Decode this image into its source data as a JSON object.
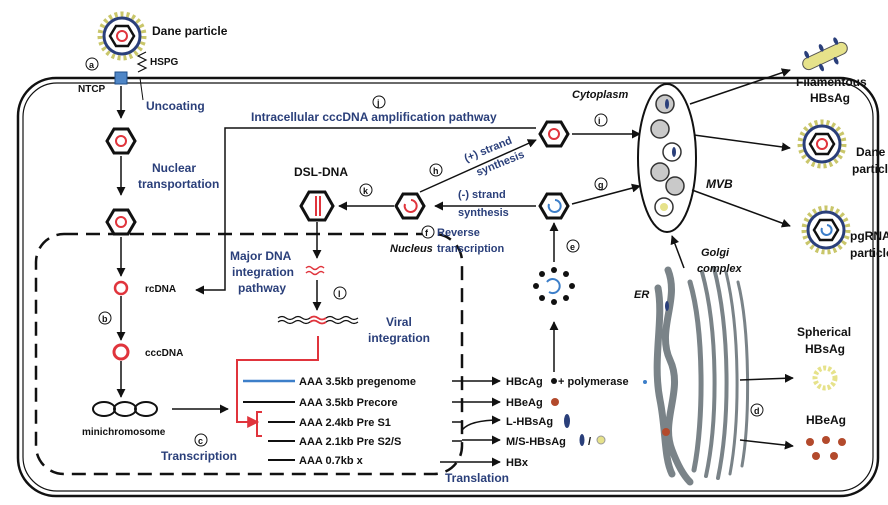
{
  "labels": {
    "dane_particle_top": "Dane particle",
    "step_a": "a",
    "hspg": "HSPG",
    "ntcp": "NTCP",
    "uncoating": "Uncoating",
    "step_j": "j",
    "intracellular_pathway": "Intracellular cccDNA amplification pathway",
    "cytoplasm": "Cytoplasm",
    "step_i": "i",
    "filamentous_1": "Filamentous",
    "filamentous_2": "HBsAg",
    "dane_right_1": "Dane",
    "dane_right_2": "particle",
    "nuclear_transport_1": "Nuclear",
    "nuclear_transport_2": "transportation",
    "dsl_dna": "DSL-DNA",
    "step_k": "k",
    "step_h": "h",
    "plus_strand_1": "(+) strand",
    "plus_strand_2": "synthesis",
    "minus_strand_1": "(-) strand",
    "minus_strand_2": "synthesis",
    "step_g": "g",
    "mvb": "MVB",
    "step_f": "f",
    "reverse_1": "Reverse",
    "reverse_2": "transcription",
    "nucleus": "Nucleus",
    "step_e": "e",
    "golgi_1": "Golgi",
    "golgi_2": "complex",
    "pgrna_1": "pgRNA",
    "pgrna_2": "particle",
    "major_1": "Major DNA",
    "major_2": "integration",
    "major_3": "pathway",
    "step_l": "l",
    "rcdna": "rcDNA",
    "er": "ER",
    "viral_1": "Viral",
    "viral_2": "integration",
    "step_b": "b",
    "cccdna": "cccDNA",
    "spherical_1": "Spherical",
    "spherical_2": "HBsAg",
    "minichromosome": "minichromosome",
    "step_c": "c",
    "transcription": "Transcription",
    "step_d": "d",
    "hbeag_right": "HBeAg",
    "translation": "Translation"
  },
  "transcripts": [
    {
      "text": "AAA 3.5kb pregenome",
      "color": "#3d7fc9"
    },
    {
      "text": "AAA 3.5kb Precore",
      "color": "#111111"
    },
    {
      "text": "AAA 2.4kb Pre S1",
      "color": "#111111"
    },
    {
      "text": "AAA 2.1kb Pre S2/S",
      "color": "#111111"
    },
    {
      "text": "AAA 0.7kb x",
      "color": "#111111"
    }
  ],
  "proteins": [
    "HBcAg",
    "+ polymerase",
    "HBeAg",
    "L-HBsAg",
    "M/S-HBsAg",
    "/",
    "HBx"
  ],
  "colors": {
    "navy_text": "#2a3f7a",
    "red_dna": "#e0343c",
    "blue_dna": "#3d7fc9",
    "membrane": "#111111",
    "er_gray": "#7a8388",
    "hbeag_brown": "#b34a2c",
    "hbsag_yellow": "#e6e28a"
  }
}
